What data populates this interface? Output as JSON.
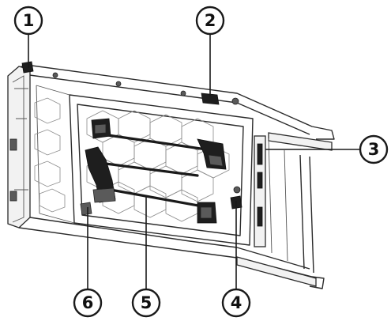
{
  "callouts": [
    {
      "id": "1",
      "label": "1"
    },
    {
      "id": "2",
      "label": "2"
    },
    {
      "id": "3",
      "label": "3"
    },
    {
      "id": "4",
      "label": "4"
    },
    {
      "id": "5",
      "label": "5"
    },
    {
      "id": "6",
      "label": "6"
    }
  ],
  "colors": {
    "line": "#1a1a1a",
    "background": "#ffffff",
    "part_fill": "#f2f2f2"
  }
}
